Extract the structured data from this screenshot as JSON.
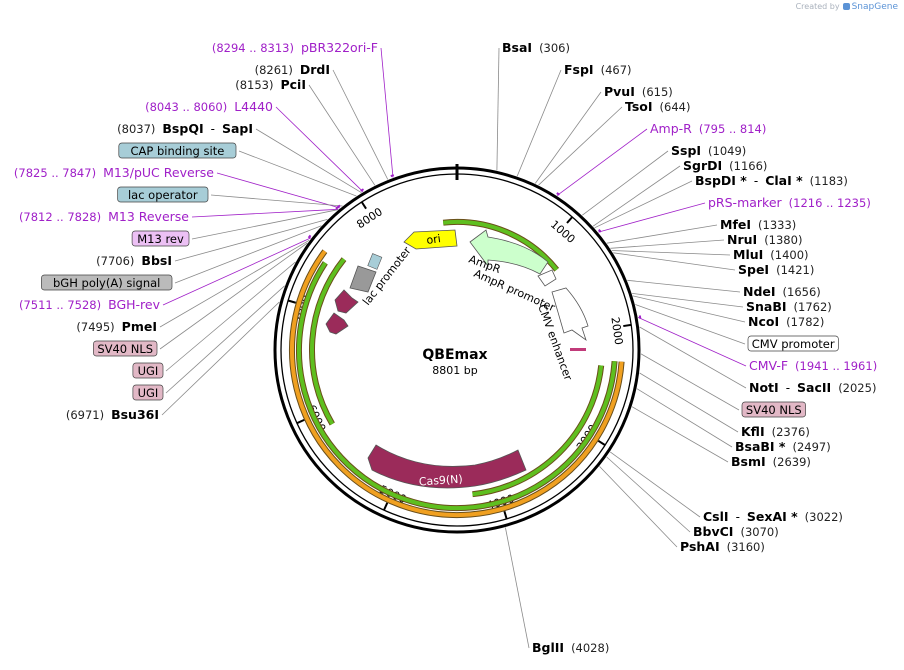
{
  "credit": {
    "prefix": "Created by",
    "brand": "SnapGene"
  },
  "plasmid": {
    "name": "QBEmax",
    "length_label": "8801 bp",
    "total_bp": 8801
  },
  "colors": {
    "backbone": "#000000",
    "label_line": "#8a8a8a",
    "primer": "#a020c8",
    "enzyme_text": "#000000",
    "number_text": "#222222",
    "ori": "#ffff00",
    "ampr": "#ccffcc",
    "promoter_outline": "#ffffff",
    "cas9": "#9b2b5a",
    "lac_gray": "#999999",
    "green_feature": "#5fbf1f",
    "orange_feature": "#f0a020",
    "cap_box": "#a7cdd7",
    "misc_box": "#bbbbbb",
    "nls_box": "#e2b8c6",
    "m13rev_box": "#ecc0f4"
  },
  "ticks": [
    {
      "bp": 1000,
      "label": "1000"
    },
    {
      "bp": 2000,
      "label": "2000"
    },
    {
      "bp": 3000,
      "label": "3000"
    },
    {
      "bp": 4000,
      "label": "4000"
    },
    {
      "bp": 5000,
      "label": "5000"
    },
    {
      "bp": 6000,
      "label": "6000"
    },
    {
      "bp": 7000,
      "label": "7000"
    },
    {
      "bp": 8000,
      "label": "8000"
    }
  ],
  "right_labels": [
    {
      "name": "BsaI",
      "pos": "(306)",
      "bp": 306,
      "kind": "enzyme"
    },
    {
      "name": "FspI",
      "pos": "(467)",
      "bp": 467,
      "kind": "enzyme"
    },
    {
      "name": "PvuI",
      "pos": "(615)",
      "bp": 615,
      "kind": "enzyme"
    },
    {
      "name": "TsoI",
      "pos": "(644)",
      "bp": 644,
      "kind": "enzyme"
    },
    {
      "name": "Amp-R",
      "pos": "(795 .. 814)",
      "bp": 805,
      "kind": "primer"
    },
    {
      "name": "SspI",
      "pos": "(1049)",
      "bp": 1049,
      "kind": "enzyme"
    },
    {
      "name": "SgrDI",
      "pos": "(1166)",
      "bp": 1166,
      "kind": "enzyme"
    },
    {
      "name": "BspDI *",
      "name2": "ClaI *",
      "pos": "(1183)",
      "bp": 1183,
      "kind": "enzyme"
    },
    {
      "name": "pRS-marker",
      "pos": "(1216 .. 1235)",
      "bp": 1226,
      "kind": "primer"
    },
    {
      "name": "MfeI",
      "pos": "(1333)",
      "bp": 1333,
      "kind": "enzyme"
    },
    {
      "name": "NruI",
      "pos": "(1380)",
      "bp": 1380,
      "kind": "enzyme"
    },
    {
      "name": "MluI",
      "pos": "(1400)",
      "bp": 1400,
      "kind": "enzyme"
    },
    {
      "name": "SpeI",
      "pos": "(1421)",
      "bp": 1421,
      "kind": "enzyme"
    },
    {
      "name": "NdeI",
      "pos": "(1656)",
      "bp": 1656,
      "kind": "enzyme"
    },
    {
      "name": "SnaBI",
      "pos": "(1762)",
      "bp": 1762,
      "kind": "enzyme"
    },
    {
      "name": "NcoI",
      "pos": "(1782)",
      "bp": 1782,
      "kind": "enzyme"
    },
    {
      "name": "CMV promoter",
      "bp": 1850,
      "kind": "box",
      "box": "white"
    },
    {
      "name": "CMV-F",
      "pos": "(1941 .. 1961)",
      "bp": 1951,
      "kind": "primer"
    },
    {
      "name": "NotI",
      "name2": "SacII",
      "pos": "(2025)",
      "bp": 2025,
      "kind": "enzyme"
    },
    {
      "name": "SV40 NLS",
      "bp": 2230,
      "kind": "box",
      "box": "nls"
    },
    {
      "name": "KflI",
      "pos": "(2376)",
      "bp": 2376,
      "kind": "enzyme"
    },
    {
      "name": "BsaBI *",
      "pos": "(2497)",
      "bp": 2497,
      "kind": "enzyme"
    },
    {
      "name": "BsmI",
      "pos": "(2639)",
      "bp": 2639,
      "kind": "enzyme"
    },
    {
      "name": "CslI",
      "name2": "SexAI *",
      "pos": "(3022)",
      "bp": 3022,
      "kind": "enzyme"
    },
    {
      "name": "BbvCI",
      "pos": "(3070)",
      "bp": 3070,
      "kind": "enzyme"
    },
    {
      "name": "PshAI",
      "pos": "(3160)",
      "bp": 3160,
      "kind": "enzyme"
    },
    {
      "name": "BglII",
      "pos": "(4028)",
      "bp": 4028,
      "kind": "enzyme"
    }
  ],
  "left_labels": [
    {
      "name": "pBR322ori-F",
      "pos": "(8294 .. 8313)",
      "bp": 8303,
      "kind": "primer"
    },
    {
      "name": "DrdI",
      "pos": "(8261)",
      "bp": 8261,
      "kind": "enzyme"
    },
    {
      "name": "PciI",
      "pos": "(8153)",
      "bp": 8153,
      "kind": "enzyme"
    },
    {
      "name": "L4440",
      "pos": "(8043 .. 8060)",
      "bp": 8051,
      "kind": "primer"
    },
    {
      "name": "BspQI",
      "name2": "SapI",
      "pos": "(8037)",
      "bp": 8037,
      "kind": "enzyme"
    },
    {
      "name": "CAP binding site",
      "bp": 7990,
      "kind": "box",
      "box": "cap"
    },
    {
      "name": "M13/pUC Reverse",
      "pos": "(7825 .. 7847)",
      "bp": 7836,
      "kind": "primer"
    },
    {
      "name": "lac operator",
      "bp": 7860,
      "kind": "box",
      "box": "cap"
    },
    {
      "name": "M13 Reverse",
      "pos": "(7812 .. 7828)",
      "bp": 7820,
      "kind": "primer"
    },
    {
      "name": "M13 rev",
      "bp": 7815,
      "kind": "box",
      "box": "m13"
    },
    {
      "name": "BbsI",
      "pos": "(7706)",
      "bp": 7706,
      "kind": "enzyme"
    },
    {
      "name": "bGH poly(A) signal",
      "bp": 7640,
      "kind": "box",
      "box": "misc"
    },
    {
      "name": "BGH-rev",
      "pos": "(7511 .. 7528)",
      "bp": 7519,
      "kind": "primer"
    },
    {
      "name": "PmeI",
      "pos": "(7495)",
      "bp": 7495,
      "kind": "enzyme"
    },
    {
      "name": "SV40 NLS",
      "bp": 7470,
      "kind": "box",
      "box": "nls"
    },
    {
      "name": "UGI",
      "bp": 7300,
      "kind": "box",
      "box": "nls"
    },
    {
      "name": "UGI",
      "bp": 7100,
      "kind": "box",
      "box": "nls"
    },
    {
      "name": "Bsu36I",
      "pos": "(6971)",
      "bp": 6971,
      "kind": "enzyme"
    }
  ],
  "features": {
    "ori": "ori",
    "ampr": "AmpR",
    "ampr_promoter": "AmpR promoter",
    "cmv_enhancer": "CMV enhancer",
    "lac_promoter": "lac promoter",
    "cas9": "Cas9(N)"
  }
}
